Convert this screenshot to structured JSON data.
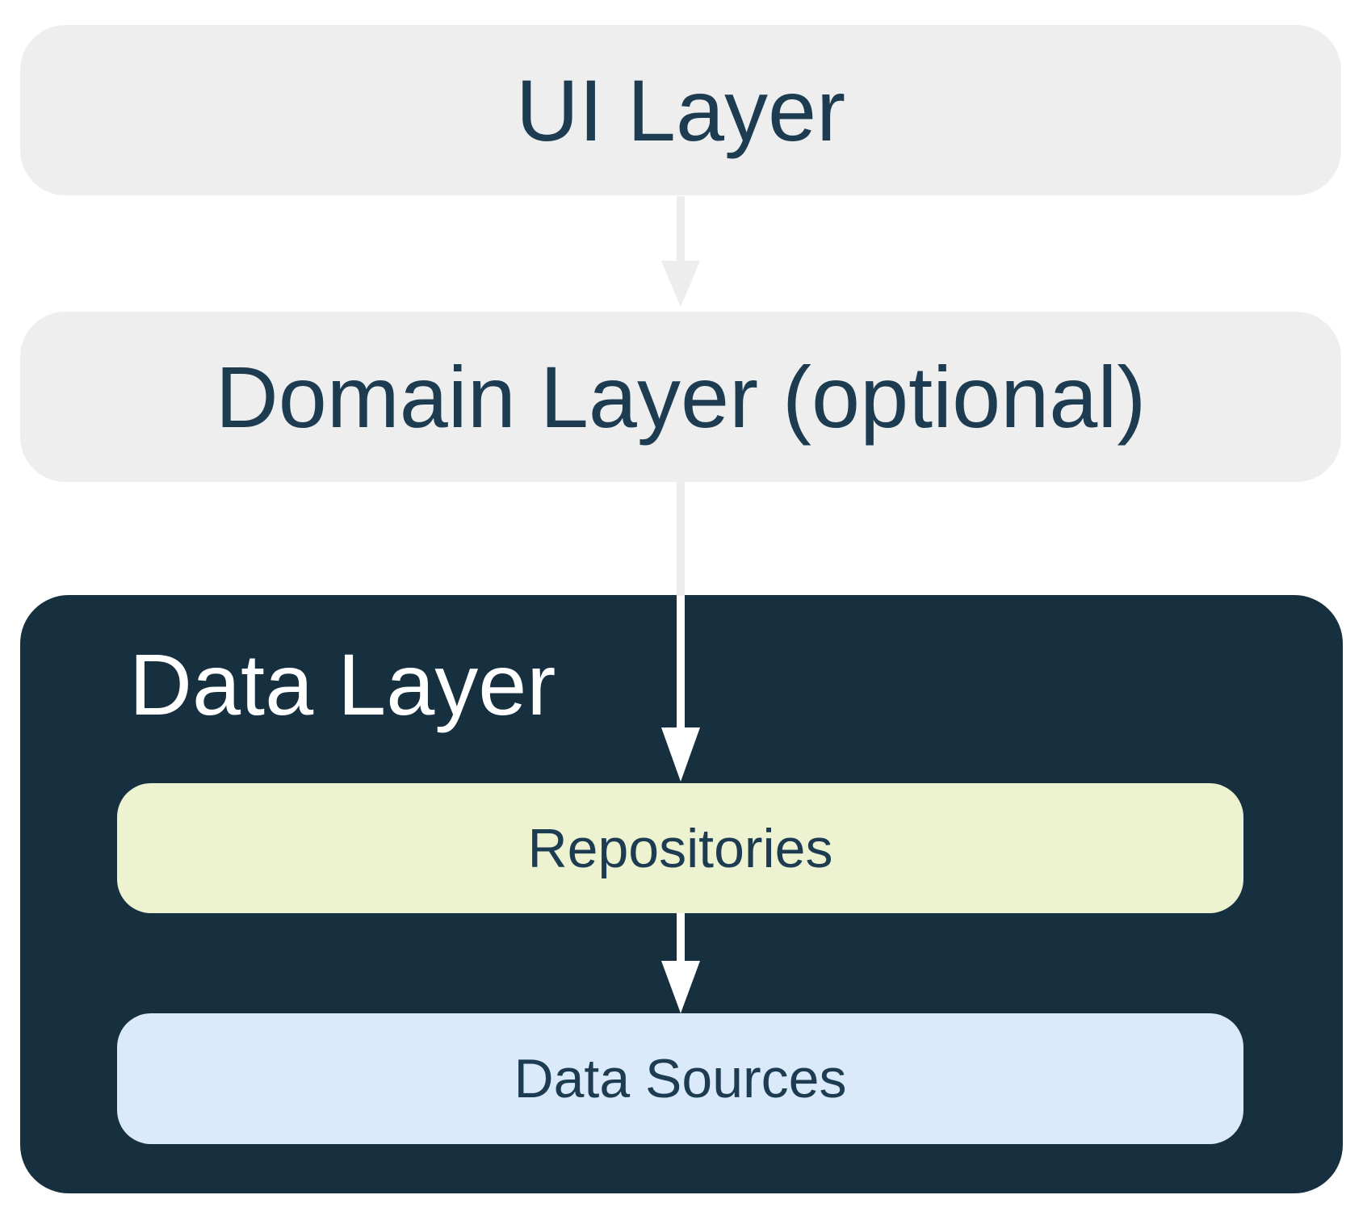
{
  "diagram": {
    "ui_layer": {
      "label": "UI Layer"
    },
    "domain_layer": {
      "label": "Domain Layer (optional)"
    },
    "data_layer": {
      "label": "Data Layer",
      "repositories": {
        "label": "Repositories"
      },
      "data_sources": {
        "label": "Data Sources"
      }
    },
    "colors": {
      "light_gray_box": "#EEEEEE",
      "dark_navy_box": "#16303F",
      "text_navy": "#1D3C52",
      "text_white": "#FFFFFF",
      "repositories_bg": "#EDF3D0",
      "data_sources_bg": "#DAEAFB",
      "arrow_gray": "#EDEDED",
      "arrow_white": "#FFFFFF",
      "page_bg": "#FFFFFF"
    }
  }
}
